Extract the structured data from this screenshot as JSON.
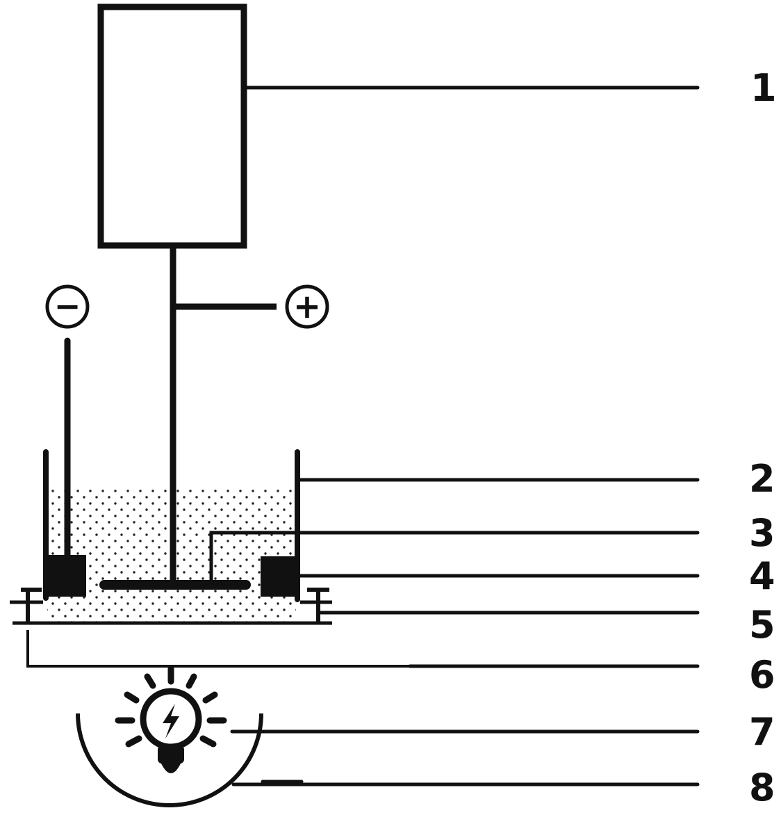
{
  "diagram": {
    "colors": {
      "line": "#111111",
      "background": "#ffffff",
      "electrolyte_dots": "#222222"
    },
    "polarity": {
      "negative": "−",
      "positive": "+"
    },
    "callouts": [
      {
        "label": "1",
        "part": "power-supply-box"
      },
      {
        "label": "2",
        "part": "container-wall"
      },
      {
        "label": "3",
        "part": "anode-plate"
      },
      {
        "label": "4",
        "part": "cathode-block"
      },
      {
        "label": "5",
        "part": "container-base"
      },
      {
        "label": "6",
        "part": "transparent-bottom"
      },
      {
        "label": "7",
        "part": "light-bulb"
      },
      {
        "label": "8",
        "part": "reflector"
      }
    ]
  }
}
